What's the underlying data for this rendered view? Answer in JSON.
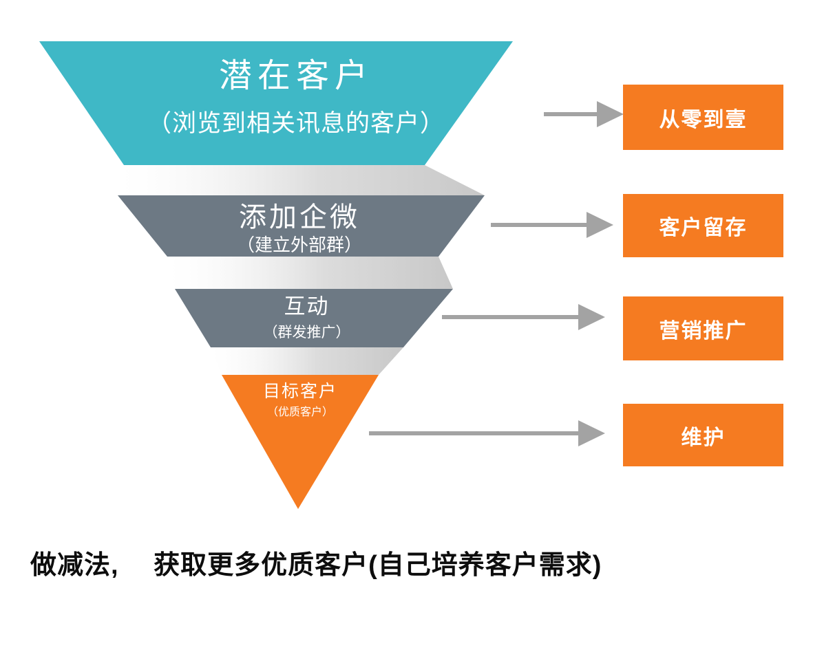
{
  "funnel": {
    "tiers": [
      {
        "title": "潜在客户",
        "subtitle": "（浏览到相关讯息的客户）"
      },
      {
        "title": "添加企微",
        "subtitle": "（建立外部群）"
      },
      {
        "title": "互动",
        "subtitle": "（群发推广）"
      },
      {
        "title": "目标客户",
        "subtitle": "（优质客户）"
      }
    ]
  },
  "stages": [
    {
      "label": "从零到壹"
    },
    {
      "label": "客户留存"
    },
    {
      "label": "营销推广"
    },
    {
      "label": "维护"
    }
  ],
  "caption": "做减法,　 获取更多优质客户(自己培养客户需求)",
  "colors": {
    "tier_teal": "#3FB8C6",
    "tier_gray": "#6D7984",
    "tier_orange": "#F57B21",
    "stage_box": "#F57B21",
    "arrow": "#A3A3A3",
    "shadow": "#D8D8D8"
  }
}
